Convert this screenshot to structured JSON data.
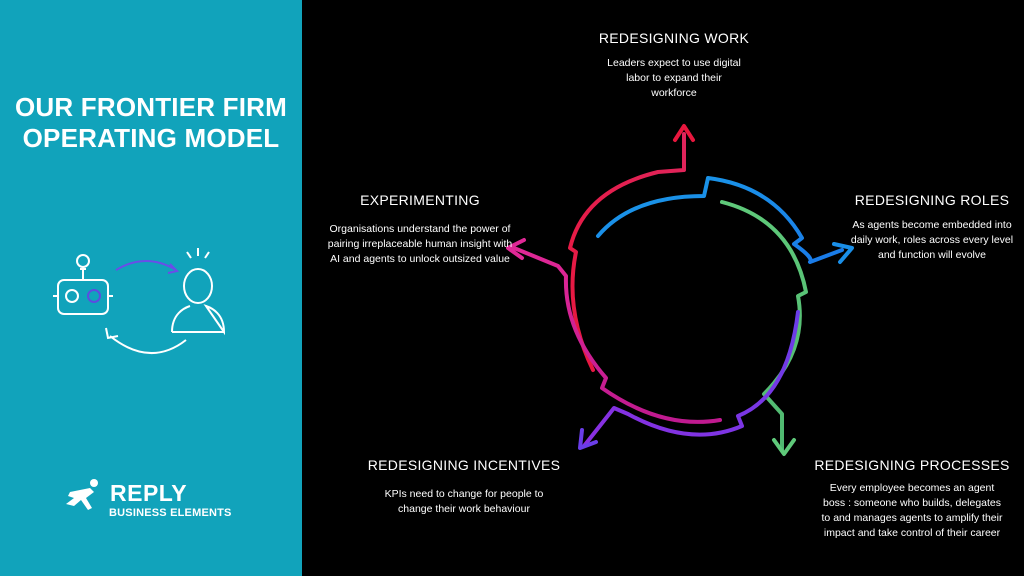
{
  "panel": {
    "title_line1": "OUR FRONTIER FIRM",
    "title_line2": "OPERATING MODEL",
    "background": "#11a3bb"
  },
  "logo": {
    "brand": "REPLY",
    "tagline": "BUSINESS ELEMENTS"
  },
  "illustration": {
    "icons": [
      "robot-icon",
      "person-icon",
      "lightbulb-icon",
      "cycle-arrow-icon"
    ]
  },
  "stages": {
    "redesigning_work": {
      "title": "REDESIGNING WORK",
      "description": "Leaders expect to use digital labor to expand their workforce",
      "color": "#e8173e"
    },
    "redesigning_roles": {
      "title": "REDESIGNING ROLES",
      "description": "As agents become embedded into daily work, roles across every level and function will evolve",
      "color": "#1a8fe8"
    },
    "redesigning_processes": {
      "title": "REDESIGNING PROCESSES",
      "description": "Every employee becomes an agent boss : someone who builds, delegates to and manages agents to amplify their impact and take control of their career",
      "color": "#5fc97a"
    },
    "redesigning_incentives": {
      "title": "REDESIGNING INCENTIVES",
      "description": "KPIs need to change for people to change their work behaviour",
      "color": "#6a3de8"
    },
    "experimenting": {
      "title": "EXPERIMENTING",
      "description": "Organisations understand the power of pairing irreplaceable human insight with AI and agents to unlock outsized value",
      "color": "#d41ba6"
    }
  }
}
